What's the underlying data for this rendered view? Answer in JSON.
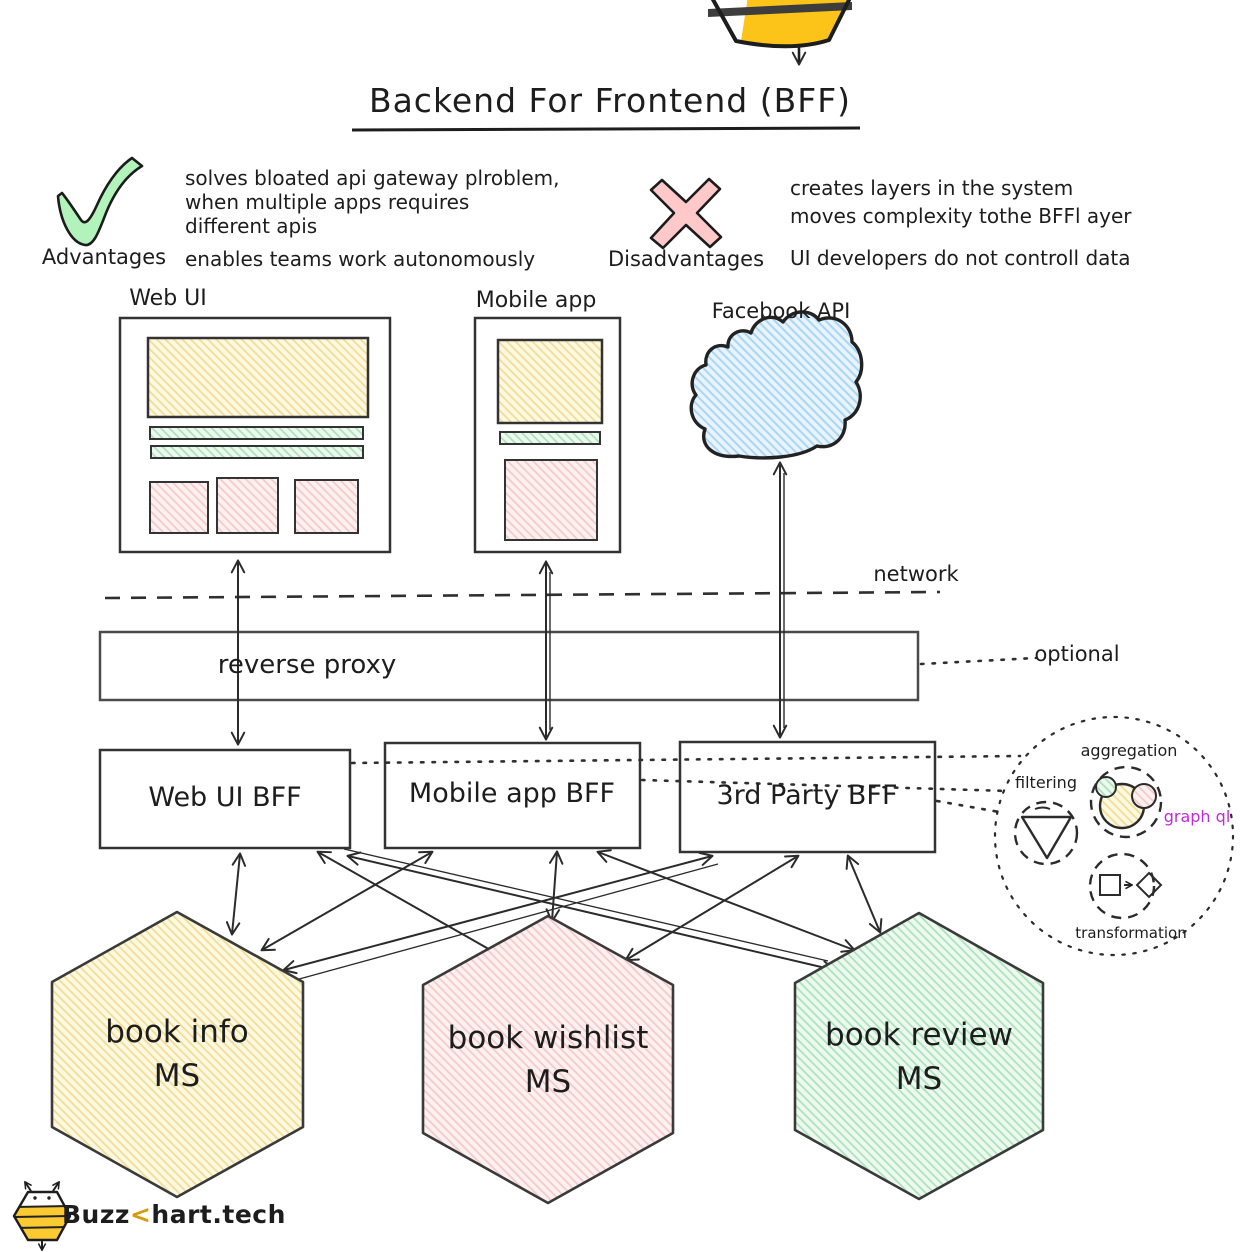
{
  "title": "Backend For Frontend (BFF)",
  "advantages": {
    "label": "Advantages",
    "lines": [
      "solves bloated api gateway plroblem,",
      "when multiple apps requires",
      "different apis",
      "enables teams work autonomously"
    ]
  },
  "disadvantages": {
    "label": "Disadvantages",
    "lines": [
      "creates layers in the system",
      "moves complexity tothe BFFl ayer",
      "UI developers do not controll data"
    ]
  },
  "clients": {
    "web_ui": "Web UI",
    "mobile_app": "Mobile app",
    "facebook_api": "Facebook API"
  },
  "network": {
    "label": "network"
  },
  "reverse_proxy": {
    "label": "reverse proxy",
    "optional_label": "optional"
  },
  "bffs": [
    {
      "label": "Web UI BFF"
    },
    {
      "label": "Mobile app BFF"
    },
    {
      "label": "3rd Party BFF"
    }
  ],
  "capabilities": {
    "aggregation": "aggregation",
    "filtering": "filtering",
    "graphql": "graph ql",
    "transformation": "transformation"
  },
  "microservices": [
    {
      "name": "book info",
      "suffix": "MS"
    },
    {
      "name": "book wishlist",
      "suffix": "MS"
    },
    {
      "name": "book review",
      "suffix": "MS"
    }
  ],
  "logo": {
    "prefix": "Buzz",
    "chevron": "<",
    "suffix": "hart.tech"
  },
  "colors": {
    "ink": "#1d1d1d",
    "pencil_yellow": "#fcc419",
    "check_green": "#b2f2bb",
    "cross_pink": "#ffc9c9",
    "cloud_blue": "#e8f3fd",
    "ms_info_yellow": "#fdf8e1",
    "ms_wishlist_pink": "#fdf0f0",
    "ms_review_green": "#edf9f0",
    "graphql_purple": "#bf2bd8",
    "logo_gold": "#d99a06"
  }
}
